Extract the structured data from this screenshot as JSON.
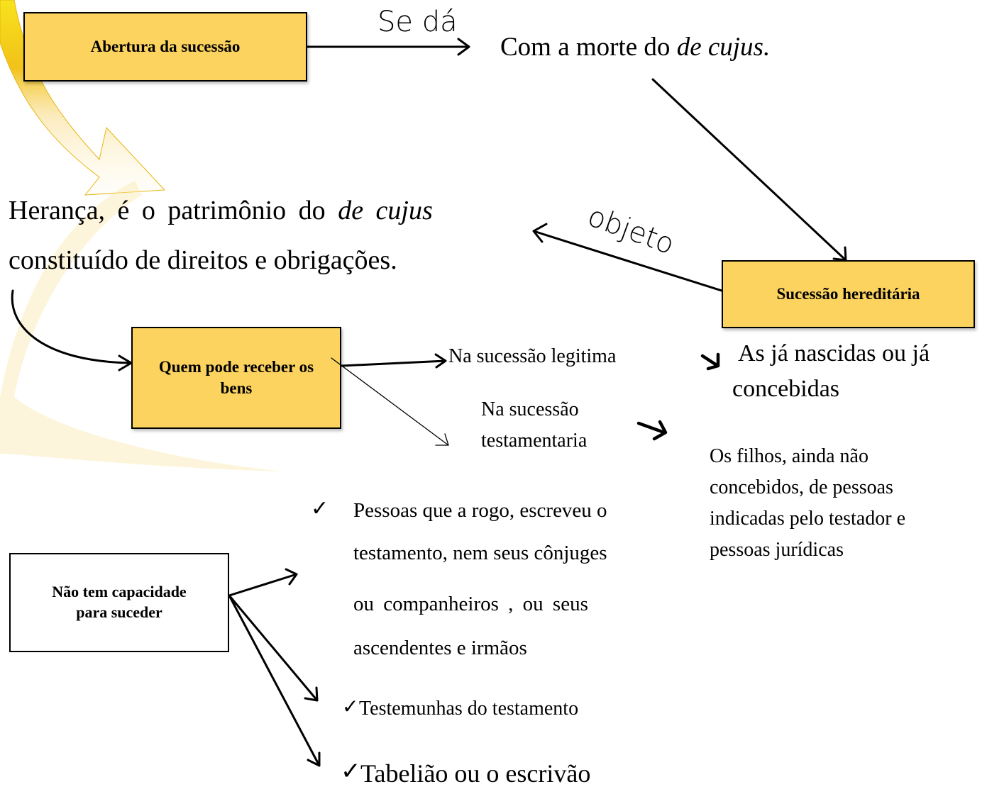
{
  "boxes": {
    "abertura": "Abertura da sucessão",
    "sucessao_hereditaria": "Sucessão hereditária",
    "quem_pode": "Quem  pode receber os bens",
    "nao_tem": "Não tem capacidade para suceder"
  },
  "labels": {
    "se_da": "Se dá",
    "objeto": "objeto"
  },
  "texts": {
    "com_a_morte_prefix": "Com a morte do ",
    "com_a_morte_italic": "de cujus.",
    "heranca_line1_a": "Herança, é o patrimônio do ",
    "heranca_line1_italic": "de cujus",
    "heranca_line2": "constituído de direitos e obrigações.",
    "sucessao_legitima": "Na sucessão legitima",
    "ja_nascidas_line1": "As já nascidas ou  já",
    "ja_nascidas_line2": "concebidas",
    "sucessao_testamentaria_line1": "Na sucessão",
    "sucessao_testamentaria_line2": "testamentaria",
    "filhos_line1": "Os filhos, ainda não",
    "filhos_line2": "concebidos, de pessoas",
    "filhos_line3": "indicadas pelo testador e",
    "filhos_line4": "pessoas jurídicas",
    "pessoas_line1": "Pessoas que a rogo, escreveu o",
    "pessoas_line2": "testamento, nem seus cônjuges",
    "pessoas_line3": "ou  companheiros  ,  ou  seus",
    "pessoas_line4": "ascendentes e irmãos",
    "testemunhas": "Testemunhas do testamento",
    "tabeliao": "Tabelião ou o escrivão",
    "check_mark": "✓"
  },
  "colors": {
    "box_fill": "#fcd35f",
    "decorative_arrow": "#f5d21a"
  }
}
